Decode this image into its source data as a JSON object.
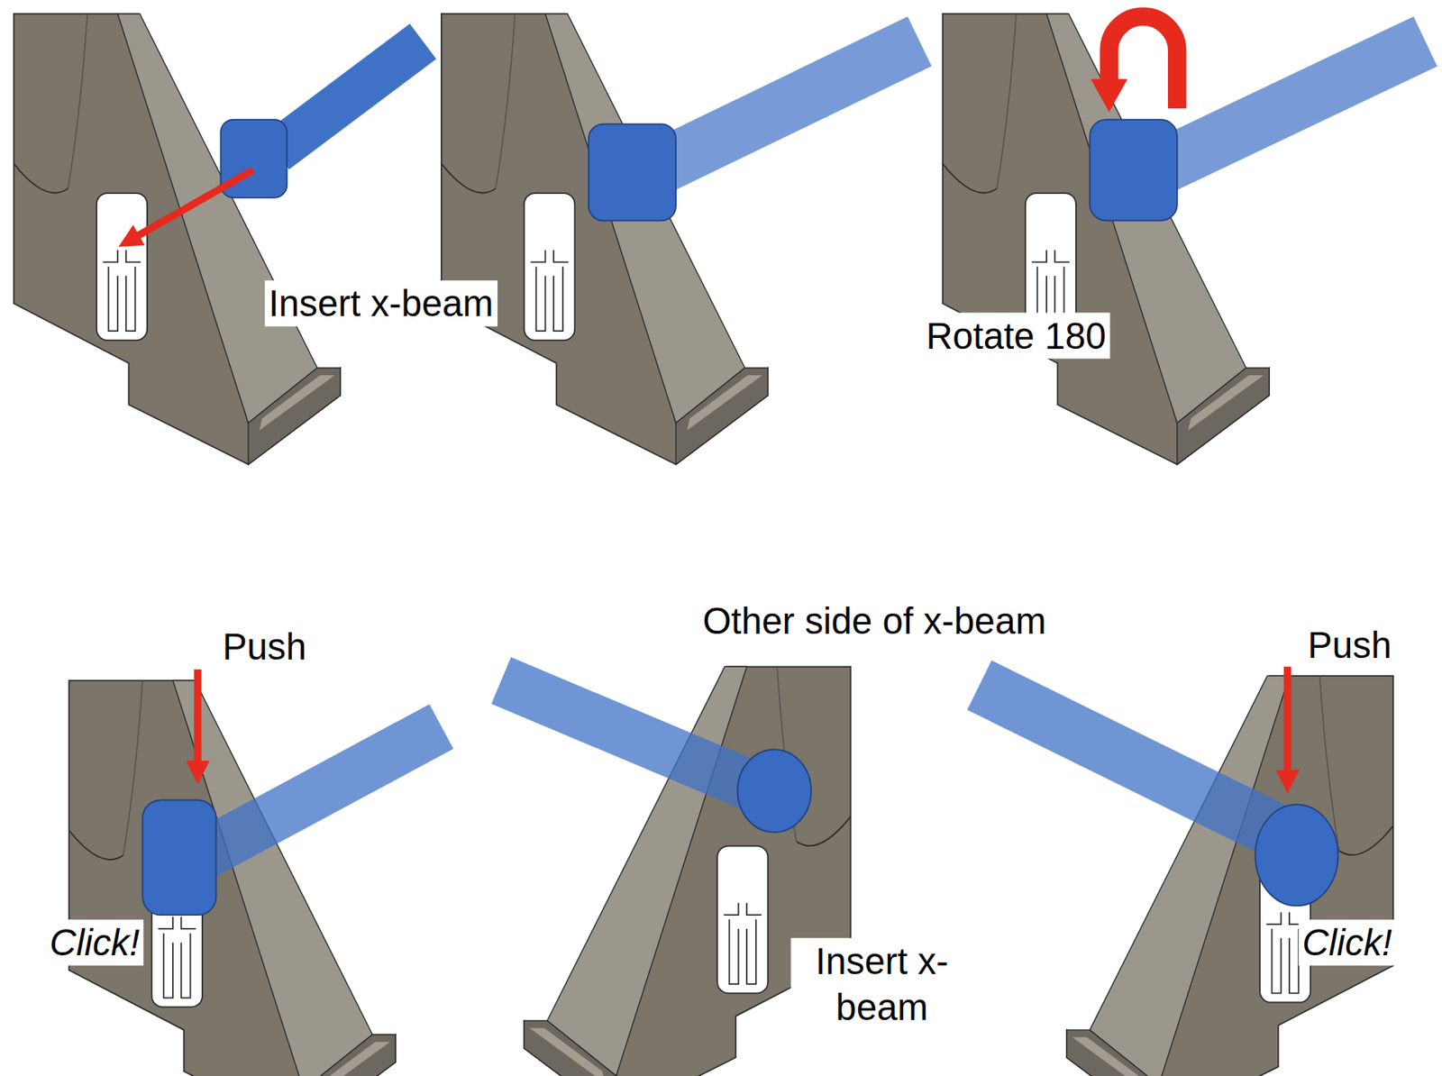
{
  "diagram": {
    "labels": [
      "Insert x-beam",
      "Rotate 180",
      "Push",
      "Other side of x-beam",
      "Push",
      "Click!",
      "Insert x-beam",
      "Click!"
    ]
  }
}
